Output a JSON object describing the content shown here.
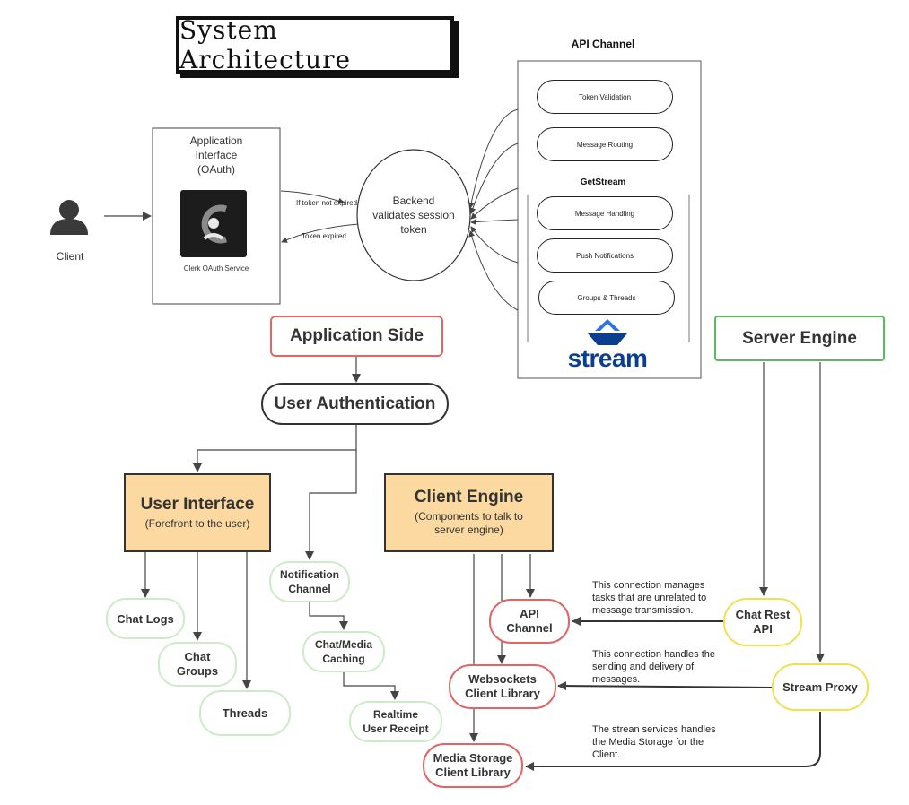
{
  "title": "System Architecture",
  "client": {
    "label": "Client"
  },
  "app_interface": {
    "title_line1": "Application",
    "title_line2": "Interface",
    "title_line3": "(OAuth)",
    "logo_caption": "Clerk OAuth Service"
  },
  "edges_top": {
    "if_token_not_expired": "If token not expired",
    "token_expired": "Token expired"
  },
  "backend": {
    "line1": "Backend",
    "line2": "validates session",
    "line3": "token"
  },
  "api_channel": {
    "title": "API Channel",
    "items": [
      "Token Validation",
      "Message Routing"
    ],
    "getstream_title": "GetStream",
    "getstream_items": [
      "Message Handling",
      "Push Notifications",
      "Groups & Threads"
    ],
    "stream_logo_text": "stream"
  },
  "application_side": {
    "label": "Application Side"
  },
  "user_auth": {
    "label": "User Authentication"
  },
  "user_interface": {
    "title": "User Interface",
    "subtitle": "(Forefront to the user)"
  },
  "client_engine": {
    "title": "Client Engine",
    "subtitle_line1": "(Components to talk to",
    "subtitle_line2": "server engine)"
  },
  "server_engine": {
    "label": "Server Engine"
  },
  "ui_children": {
    "chat_logs": "Chat Logs",
    "chat_groups_line1": "Chat",
    "chat_groups_line2": "Groups",
    "threads": "Threads"
  },
  "notification": {
    "channel_line1": "Notification",
    "channel_line2": "Channel",
    "caching_line1": "Chat/Media",
    "caching_line2": "Caching",
    "receipt_line1": "Realtime",
    "receipt_line2": "User Receipt"
  },
  "client_libs": {
    "api_channel_line1": "API",
    "api_channel_line2": "Channel",
    "websockets_line1": "Websockets",
    "websockets_line2": "Client Library",
    "media_line1": "Media Storage",
    "media_line2": "Client Library"
  },
  "server_children": {
    "chat_rest_line1": "Chat Rest",
    "chat_rest_line2": "API",
    "stream_proxy": "Stream Proxy"
  },
  "annotations": {
    "note1_line1": "This connection manages",
    "note1_line2": "tasks that are unrelated to",
    "note1_line3": "message transmission.",
    "note2_line1": "This connection handles the",
    "note2_line2": "sending and delivery of",
    "note2_line3": "messages.",
    "note3_line1": "The strean services handles",
    "note3_line2": "the Media Storage for the",
    "note3_line3": "Client."
  },
  "colors": {
    "orange_fill": "#FCD9A0",
    "red_border": "#E06666",
    "green_border": "#5CB85C",
    "light_green_border": "#CDEBC8",
    "yellow_border": "#F1DF52",
    "dark": "#333333"
  },
  "icons": [
    "user-silhouette-icon",
    "clerk-logo-icon",
    "stream-boat-logo-icon"
  ]
}
